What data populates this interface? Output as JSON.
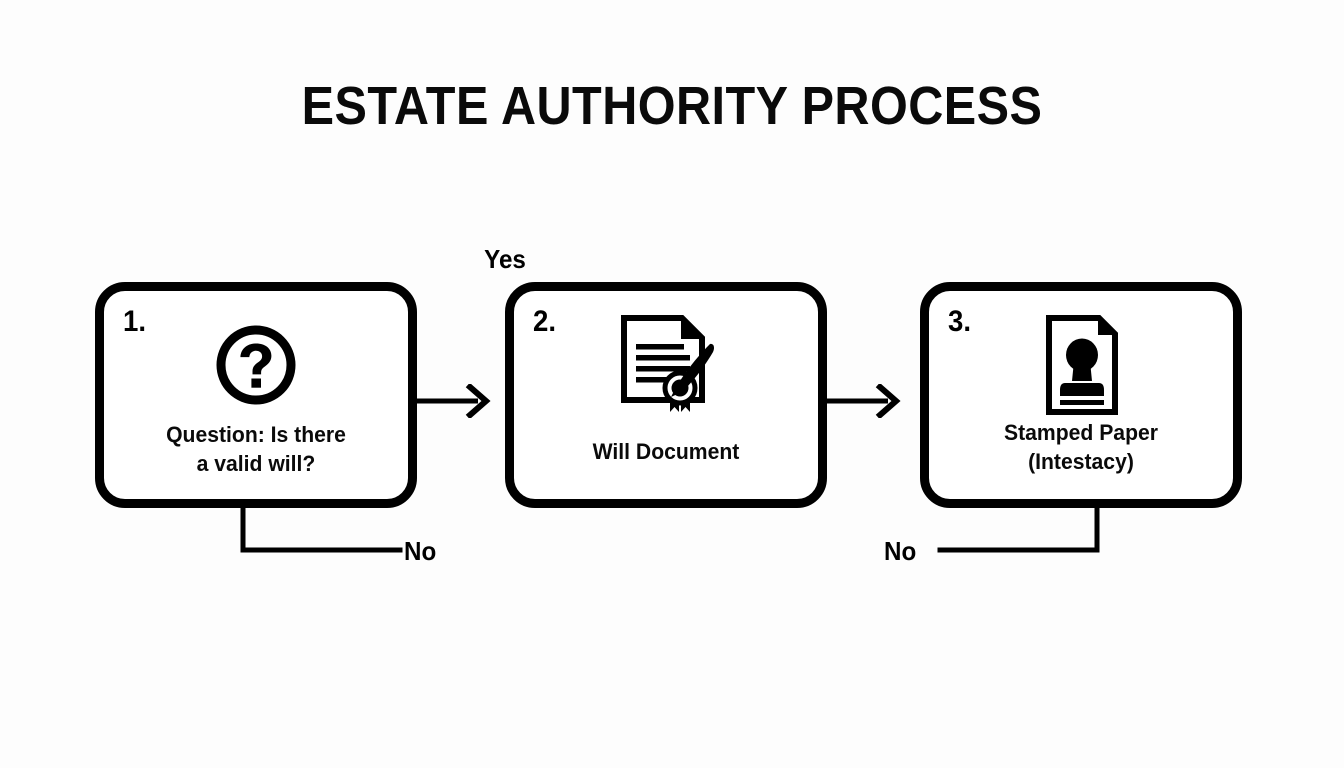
{
  "page": {
    "title": "ESTATE AUTHORITY PROCESS",
    "background_color": "#fdfdfd",
    "ink_color": "#000000"
  },
  "diagram": {
    "type": "flowchart",
    "orientation": "horizontal",
    "nodes": [
      {
        "number": "1.",
        "icon": "question-mark-circle-icon",
        "label": "Question: Is there a valid will?",
        "label_lines": [
          "Question: Is there",
          "a valid will?"
        ]
      },
      {
        "number": "2.",
        "icon": "will-document-seal-quill-icon",
        "label": "Will Document",
        "label_lines": [
          "Will Document"
        ]
      },
      {
        "number": "3.",
        "icon": "stamped-paper-icon",
        "label": "Stamped Paper (Intestacy)",
        "label_lines": [
          "Stamped Paper",
          "(Intestacy)"
        ]
      }
    ],
    "edges": [
      {
        "from": "1",
        "to": "2",
        "label": "",
        "style": "arrow"
      },
      {
        "from": "2",
        "to": "3",
        "label": "",
        "style": "arrow"
      }
    ],
    "edge_labels": {
      "yes": "Yes",
      "no_left": "No",
      "no_right": "No"
    }
  }
}
